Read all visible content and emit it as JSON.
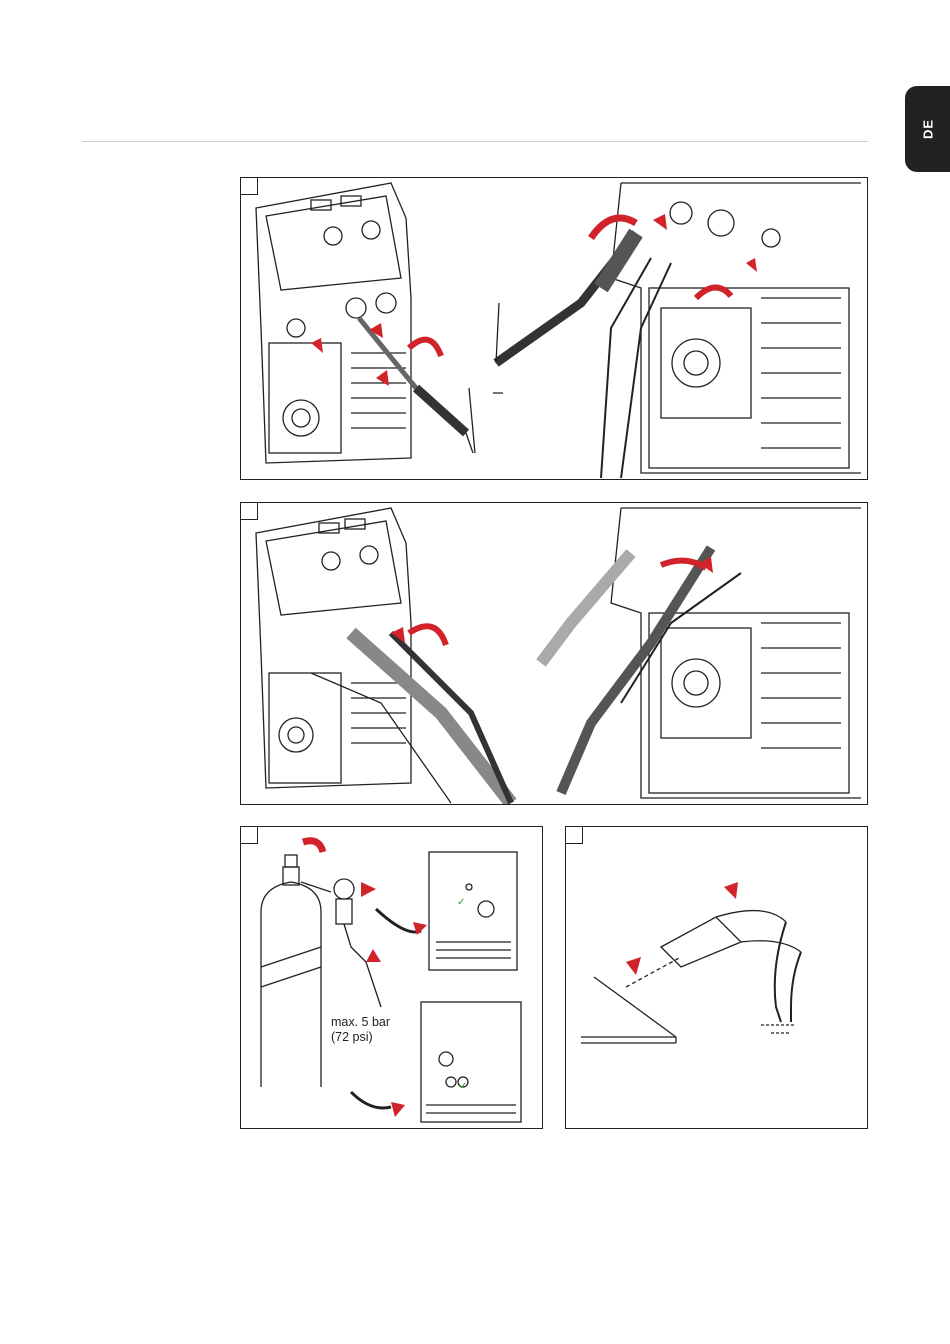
{
  "language_tab": "DE",
  "colors": {
    "callout": "#d2232a",
    "line": "#222222",
    "check": "#2e9d3a"
  },
  "panels": [
    {
      "id": 1,
      "icon": "torch-connection-icon"
    },
    {
      "id": 2,
      "icon": "ground-clamp-connection-icon"
    },
    {
      "id": 3,
      "icon": "gas-cylinder-connection-icon",
      "pressure_line1": "max. 5 bar",
      "pressure_line2": "(72 psi)"
    },
    {
      "id": 4,
      "icon": "ground-clamp-workpiece-icon"
    }
  ]
}
